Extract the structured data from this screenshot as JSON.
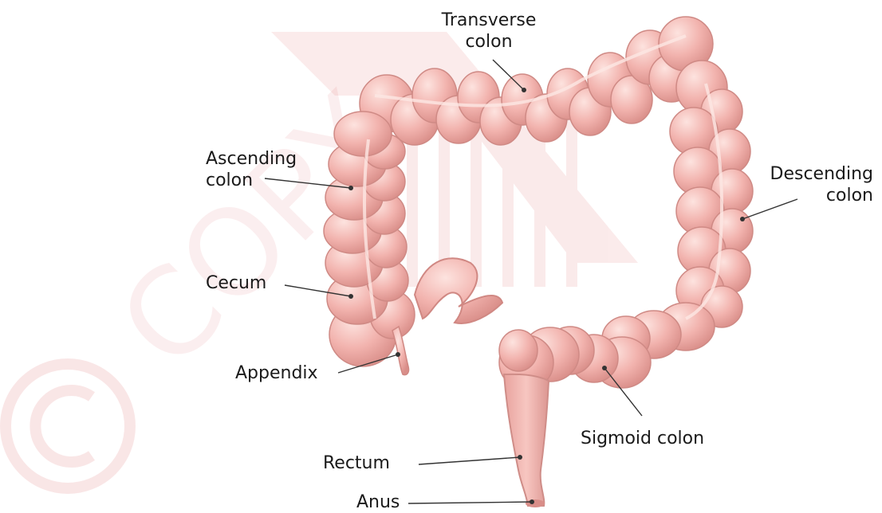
{
  "colors": {
    "tissue": "#f2b3ae",
    "tissue_shade": "#d98e89",
    "tissue_highlight": "#fbd9d5",
    "watermark": "#d6383e",
    "leader_line": "#333333"
  },
  "labels": {
    "transverse_colon": [
      "Transverse",
      "colon"
    ],
    "ascending_colon": [
      "Ascending",
      "colon"
    ],
    "descending_colon": [
      "Descending",
      "colon"
    ],
    "cecum": "Cecum",
    "appendix": "Appendix",
    "sigmoid_colon": "Sigmoid colon",
    "rectum": "Rectum",
    "anus": "Anus"
  },
  "watermark": {
    "symbol": "©",
    "text": "COPY"
  }
}
